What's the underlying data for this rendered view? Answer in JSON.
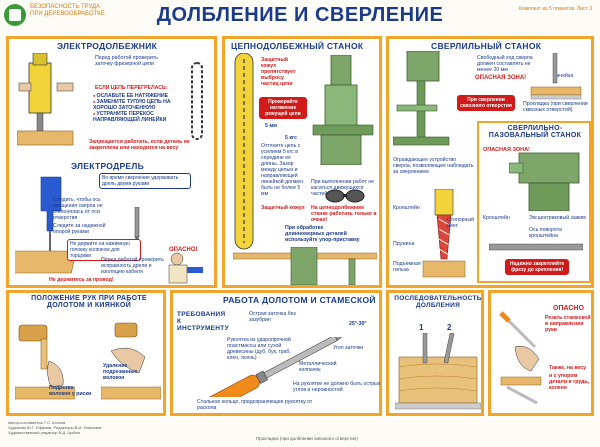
{
  "header": {
    "series": [
      "Безопасность труда",
      "при деревообработке"
    ],
    "title": "ДОЛБЛЕНИЕ И СВЕРЛЕНИЕ",
    "sheet_code": "Комплект из 5 плакатов. Лист 3"
  },
  "electro_mortiser": {
    "title": "Электродолбежник",
    "pre_check": "Перед работой проверить заточку фрезерной цепи",
    "if_vibrates": "ЕСЛИ ЦЕПЬ ПЕРЕГРЕЛАСЬ:",
    "steps": [
      "ОСЛАБЬТЕ ЕЕ НАТЯЖЕНИЕ",
      "ЗАМЕНИТЕ ТУПУЮ ЦЕПЬ НА ХОРОШО ЗАТОЧЕННУЮ",
      "УСТРАНИТЕ ПЕРЕКОС НАПРАВЛЯЮЩЕЙ ЛИНЕЙКИ"
    ],
    "forbidden": "Запрещается работать, если деталь не закреплена или находится на весу"
  },
  "electric_drill": {
    "title": "Электродрель",
    "tip1": "Во время сверления удерживать дрель двумя руками",
    "tip2": "Следить, чтобы ось вращения сверла не отклонялась от оси отверстия",
    "tip3": "Следите за надежной опорой руками",
    "danger": "Опасно!",
    "tip4": "Не держите на нажимную головку колпачок для торцовки",
    "tip5": "Перед работой проверить исправность дрели и изоляцию кабеля",
    "power_note": "Не держитесь за провод!"
  },
  "chain_mortiser": {
    "title": "Цепнодолбежный станок",
    "guard": "Защитный кожух препятствует выбросу частиц цепи",
    "tension": "Проверяйте натяжение режущей цепи",
    "gap": "5 мм",
    "deflection": "5 кгс",
    "tension_note": "Оттяните цепь с усилием 5 кгс в середине ее длины. Зазор между цепью и направляющей линейкой должен быть не более 5 мм",
    "guard2": "Защитный кожух",
    "chip_guard": "При выполнении работ не касаться движущихся частей",
    "goggles": "На цепнодолбежном станке работать только в очках!",
    "long_parts": "При обработке длинномерных деталей используйте упор-приставку"
  },
  "drill_press": {
    "title": "Сверлильный станок",
    "free_end": "Свободный ход сверла должен составлять не менее 20 мм",
    "danger_zone": "Опасная зона!",
    "ruler": "Линейка",
    "through_hole": "При сверлении сквозного отверстия",
    "spacer": "Прокладка (при сверлении сквозных отверстий)",
    "guard_note": "Ограждающее устройство сверла, позволяющее наблюдать за сверлением",
    "bracket": "Кронштейн",
    "tube": "Стопорный винт",
    "spring": "Пружина",
    "sleeve": "Подъемная гильза"
  },
  "drill_slot": {
    "title": "Сверлильно-пазовальный станок",
    "danger_zone": "Опасная зона!",
    "bracket": "Кронштейн",
    "clamp": "Эксцентриковый зажим",
    "axis": "Ось поворота кронштейна",
    "warn": "Надежно закрепляйте фрезу до крепления!"
  },
  "hands_position": {
    "title": "Положение рук при работе долотом и киянкой",
    "undercut": "Подрезка волокон у риски",
    "remove": "Удаление подрезанных волокон"
  },
  "chisel_work": {
    "title": "Работа долотом и стамеской",
    "requirements": "Требования к инструменту",
    "sharp": "Острая заточка без зазубрин",
    "angle": "25°-30°",
    "angle_label": "Угол заточки",
    "handle": "Рукоятка из ударопрочной пластмассы или сухой древесины (дуб, бук, граб, клен, ясень)",
    "ring": "Металлический колпачок",
    "no_cracks": "На рукоятке не должно быть острых углов и неровностей",
    "steel_ring": "Стальное кольцо, предохраняющее рукоятку от раскола"
  },
  "sequence": {
    "title": "Последовательность долбления",
    "steps": [
      "1",
      "2"
    ],
    "spacer": "Прокладка (при долблении сквозного отверстия)"
  },
  "dangerous": {
    "title": "Опасно",
    "text1": "Резать стамеской в направлении руки",
    "text2": "Также, на весу",
    "text3": "и с упором детали в грудь, колено"
  },
  "credits": {
    "lines": [
      "Автор-составитель Г.С. Козлов",
      "Художник Ю.Г. Ефимов, Редакторы В.И. Николаев",
      "Художественный редактор В.Д. Цыбин"
    ]
  },
  "footer_center": "Прокладка (при долблении сквозного отверстия)",
  "colors": {
    "frame": "#f3a52a",
    "title_blue": "#1a3a8a",
    "danger_red": "#d11a1a",
    "machine_green": "#7fa66a",
    "tool_yellow": "#f2d43a"
  }
}
